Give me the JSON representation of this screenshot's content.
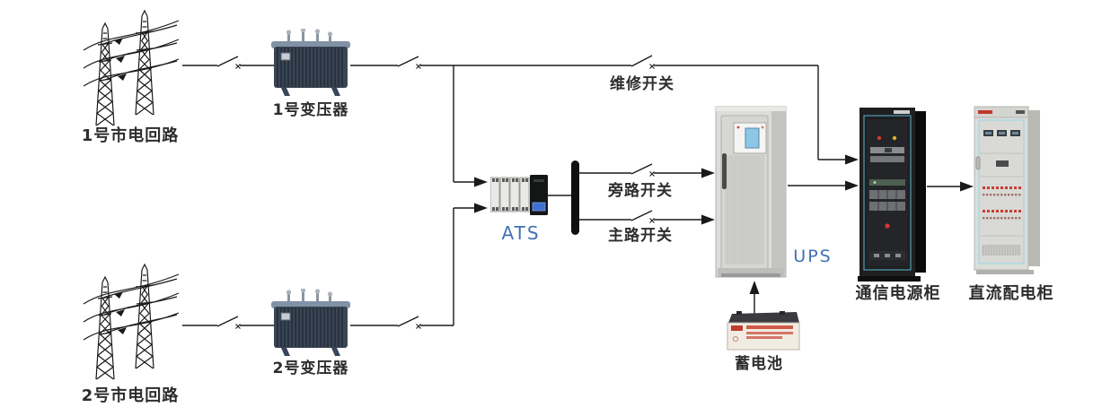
{
  "labels": {
    "circuit1": "1号市电回路",
    "transformer1": "1号变压器",
    "circuit2": "2号市电回路",
    "transformer2": "2号变压器",
    "maintenance_switch": "维修开关",
    "ats": "ATS",
    "bypass_switch": "旁路开关",
    "main_switch": "主路开关",
    "ups": "UPS",
    "battery": "蓄电池",
    "comm_power_cabinet": "通信电源柜",
    "dc_distribution_cabinet": "直流配电柜"
  },
  "colors": {
    "line": "#1a1a1a",
    "label_text": "#2d2d2d",
    "device_label_blue": "#4270b4",
    "transformer_body": "#3a4553",
    "ups_body": "#e4e5e2",
    "comm_cabinet_body": "#1e1f21",
    "dc_cabinet_body": "#dcddd8",
    "battery_body": "#f1ece2",
    "indicator_red": "#cc3b2f",
    "cabinet_trim_blue": "#6fc6dd"
  }
}
